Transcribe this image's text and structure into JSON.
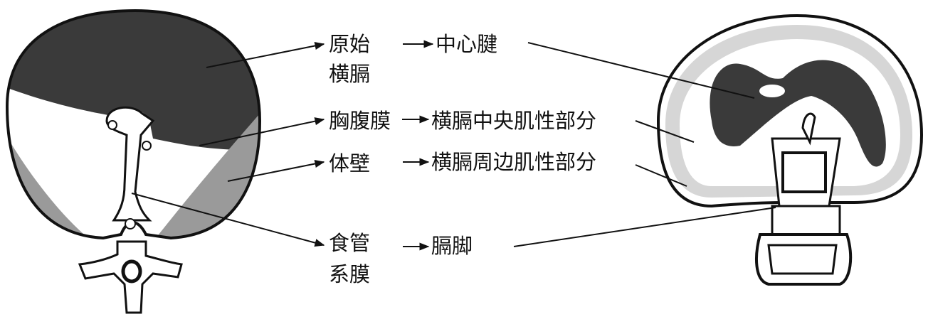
{
  "colors": {
    "dark": "#3a3a3a",
    "gray": "#9a9a9a",
    "light": "#d6d6d6",
    "line": "#111111"
  },
  "origins": [
    {
      "line1": "原始",
      "line2": "横膈"
    },
    {
      "line1": "胸腹膜"
    },
    {
      "line1": "体壁"
    },
    {
      "line1": "食管",
      "line2": "系膜"
    }
  ],
  "derivatives": [
    "中心腱",
    "横膈中央肌性部分",
    "横膈周边肌性部分",
    "膈脚"
  ]
}
